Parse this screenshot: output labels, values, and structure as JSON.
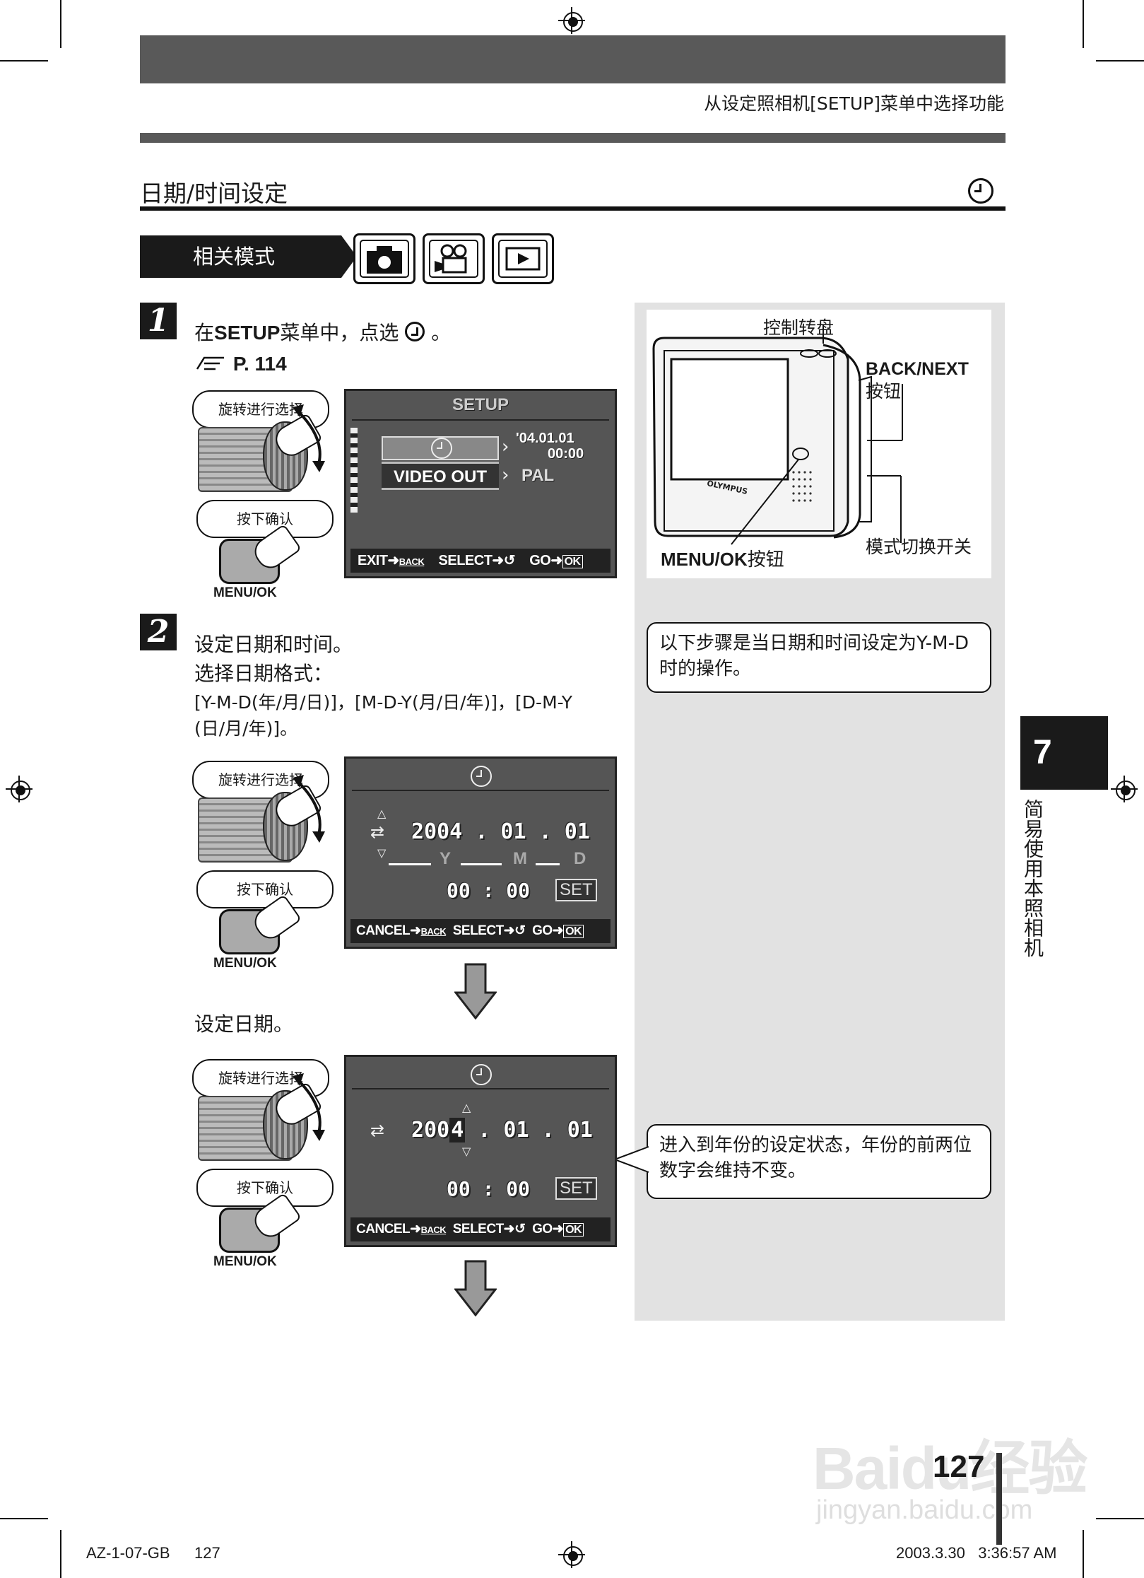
{
  "header": {
    "subtitle": "从设定照相机[SETUP]菜单中选择功能"
  },
  "title": "日期/时间设定",
  "modes": {
    "label": "相关模式",
    "icons": [
      "camera-icon",
      "movie-icon",
      "playback-icon"
    ]
  },
  "step1": {
    "number": "1",
    "text_pre": "在",
    "text_bold": "SETUP",
    "text_post": "菜单中，点选",
    "text_end": "。",
    "ref_icon": "hand-pointer-icon",
    "ref": "P. 114"
  },
  "step2": {
    "number": "2",
    "line1": "设定日期和时间。",
    "line2": "选择日期格式：",
    "line3": "[Y-M-D(年/月/日)]，[M-D-Y(月/日/年)]，[D-M-Y",
    "line4": "(日/月/年)]。"
  },
  "step2b": {
    "text": "设定日期。"
  },
  "hand": {
    "rotate": "旋转进行选择",
    "press": "按下确认",
    "button": "MENU/OK"
  },
  "setup_screen": {
    "title": "SETUP",
    "date": "'04.01.01",
    "time": "00:00",
    "row2_label": "VIDEO OUT",
    "row2_value": "PAL",
    "bottom": {
      "exit": "EXIT",
      "back": "BACK",
      "select": "SELECT",
      "go": "GO",
      "ok": "OK"
    }
  },
  "date_screen1": {
    "date": "2004 . 01 . 01",
    "ymd_y": "Y",
    "ymd_m": "M",
    "ymd_d": "D",
    "time": "00 : 00",
    "set": "SET",
    "bottom": {
      "cancel": "CANCEL",
      "back": "BACK",
      "select": "SELECT",
      "go": "GO",
      "ok": "OK"
    }
  },
  "date_screen2": {
    "date_pre": "200",
    "date_hl": "4",
    "date_post": " . 01 . 01",
    "time": "00 : 00",
    "set": "SET",
    "bottom": {
      "cancel": "CANCEL",
      "back": "BACK",
      "select": "SELECT",
      "go": "GO",
      "ok": "OK"
    }
  },
  "camera_diagram": {
    "dial": "控制转盘",
    "backnext_bold": "BACK/NEXT",
    "backnext": "按钮",
    "menuok_bold": "MENU/OK",
    "menuok": "按钮",
    "mode_switch": "模式切换开关",
    "brand": "OLYMPUS"
  },
  "notes": {
    "note1": "以下步骤是当日期和时间设定为Y-M-D时的操作。",
    "note2": "进入到年份的设定状态，年份的前两位数字会维持不变。"
  },
  "side_tab": {
    "number": "7",
    "text": "简易使用本照相机"
  },
  "page_number": "127",
  "footer": {
    "left_code": "AZ-1-07-GB",
    "left_page": "127",
    "right": "2003.3.30   3:36:57 AM"
  },
  "watermark": {
    "main": "Baidu经验",
    "url": "jingyan.baidu.com"
  },
  "colors": {
    "header_bar": "#595959",
    "panel": "#e2e2e2",
    "lcd": "#555555"
  }
}
